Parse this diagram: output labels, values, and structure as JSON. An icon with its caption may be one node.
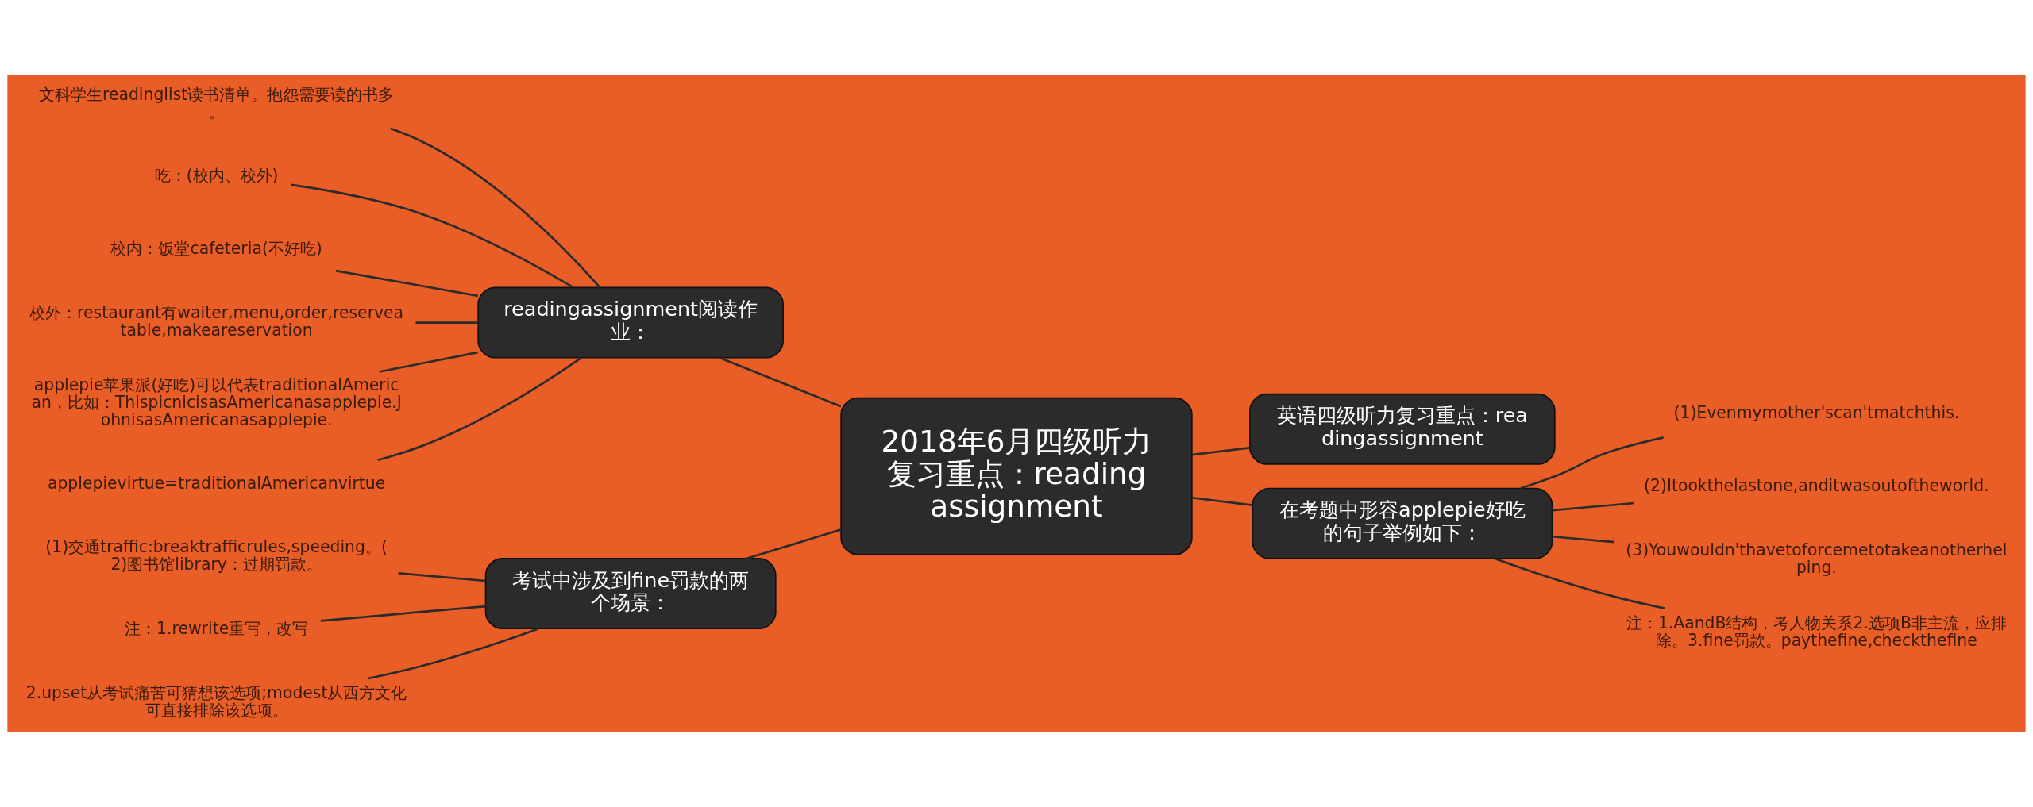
{
  "diagram": {
    "nodes": [
      {
        "text": [
          "2018年6月四级听力复习重点：reading assignment"
        ]
      },
      {
        "text": [
          "readingassignment阅读作业："
        ]
      },
      {
        "text": [
          "文科学生readinglist读书清单。抱怨需要读的书多。"
        ]
      },
      {
        "text": [
          "吃：(校内、校外)"
        ]
      },
      {
        "text": [
          "校内：饭堂cafeteria(不好吃)"
        ]
      },
      {
        "text": [
          "校外：restaurant有waiter,menu,order,reserveatable,makeareservation"
        ]
      },
      {
        "text": [
          "applepie苹果派(好吃)可以代表traditionalAmerican，比如：ThispicnicisasAmericanasapplepie.JohnisasAmericanasapplepie."
        ]
      },
      {
        "text": [
          "applepievirtue=traditionalAmericanvirtue"
        ]
      },
      {
        "text": [
          "考试中涉及到fine罚款的两个场景："
        ]
      },
      {
        "text": [
          "(1)交通traffic:breaktrafficrules,speeding。(2)图书馆library：过期罚款。"
        ]
      },
      {
        "text": [
          "注：1.rewrite重写，改写"
        ]
      },
      {
        "text": [
          "2.upset从考试痛苦可猜想该选项;modest从西方文化可直接排除该选项。"
        ]
      },
      {
        "text": [
          "英语四级听力复习重点：readingassignment"
        ]
      },
      {
        "text": [
          "在考题中形容applepie好吃的句子举例如下："
        ]
      },
      {
        "text": [
          "(1)Evenmymother'scan'tmatchthis."
        ]
      },
      {
        "text": [
          "(2)Itookthelastone,anditwasoutoftheworld."
        ]
      },
      {
        "text": [
          "(3)Youwouldn'thavetoforcemetotakeanotherhelping."
        ]
      },
      {
        "text": [
          "注：1.AandB结构，考人物关系2.选项B非主流，应排除。3.fine罚款。paythefine,checkthefine"
        ]
      }
    ],
    "edges": [
      {
        "from": 0,
        "to": 1,
        "arrow": "none"
      },
      {
        "from": 1,
        "to": 2,
        "arrow": "none"
      },
      {
        "from": 1,
        "to": 3,
        "arrow": "none"
      },
      {
        "from": 1,
        "to": 4,
        "arrow": "none"
      },
      {
        "from": 1,
        "to": 5,
        "arrow": "none"
      },
      {
        "from": 1,
        "to": 6,
        "arrow": "none"
      },
      {
        "from": 1,
        "to": 7,
        "arrow": "none"
      },
      {
        "from": 0,
        "to": 8,
        "arrow": "none"
      },
      {
        "from": 8,
        "to": 9,
        "arrow": "none"
      },
      {
        "from": 8,
        "to": 10,
        "arrow": "none"
      },
      {
        "from": 8,
        "to": 11,
        "arrow": "none"
      },
      {
        "from": 0,
        "to": 12,
        "arrow": "none"
      },
      {
        "from": 0,
        "to": 13,
        "arrow": "none"
      },
      {
        "from": 13,
        "to": 14,
        "arrow": "none"
      },
      {
        "from": 13,
        "to": 15,
        "arrow": "none"
      },
      {
        "from": 13,
        "to": 16,
        "arrow": "none"
      },
      {
        "from": 13,
        "to": 17,
        "arrow": "none"
      }
    ]
  }
}
